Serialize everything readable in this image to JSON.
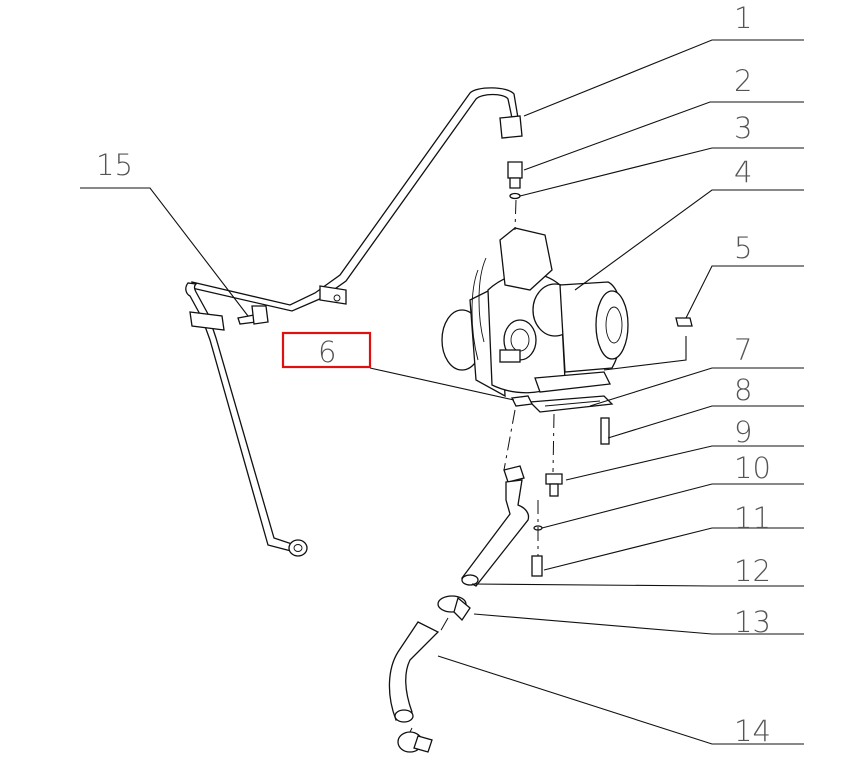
{
  "callouts": [
    {
      "id": "callout-1",
      "label": "1"
    },
    {
      "id": "callout-2",
      "label": "2"
    },
    {
      "id": "callout-3",
      "label": "3"
    },
    {
      "id": "callout-4",
      "label": "4"
    },
    {
      "id": "callout-5",
      "label": "5"
    },
    {
      "id": "callout-6",
      "label": "6"
    },
    {
      "id": "callout-7",
      "label": "7"
    },
    {
      "id": "callout-8",
      "label": "8"
    },
    {
      "id": "callout-9",
      "label": "9"
    },
    {
      "id": "callout-10",
      "label": "10"
    },
    {
      "id": "callout-11",
      "label": "11"
    },
    {
      "id": "callout-12",
      "label": "12"
    },
    {
      "id": "callout-13",
      "label": "13"
    },
    {
      "id": "callout-14",
      "label": "14"
    },
    {
      "id": "callout-15",
      "label": "15"
    }
  ],
  "highlight": {
    "callout": "6",
    "color": "#e01010"
  },
  "colors": {
    "line": "#111111",
    "label": "#555555",
    "background": "#ffffff"
  }
}
